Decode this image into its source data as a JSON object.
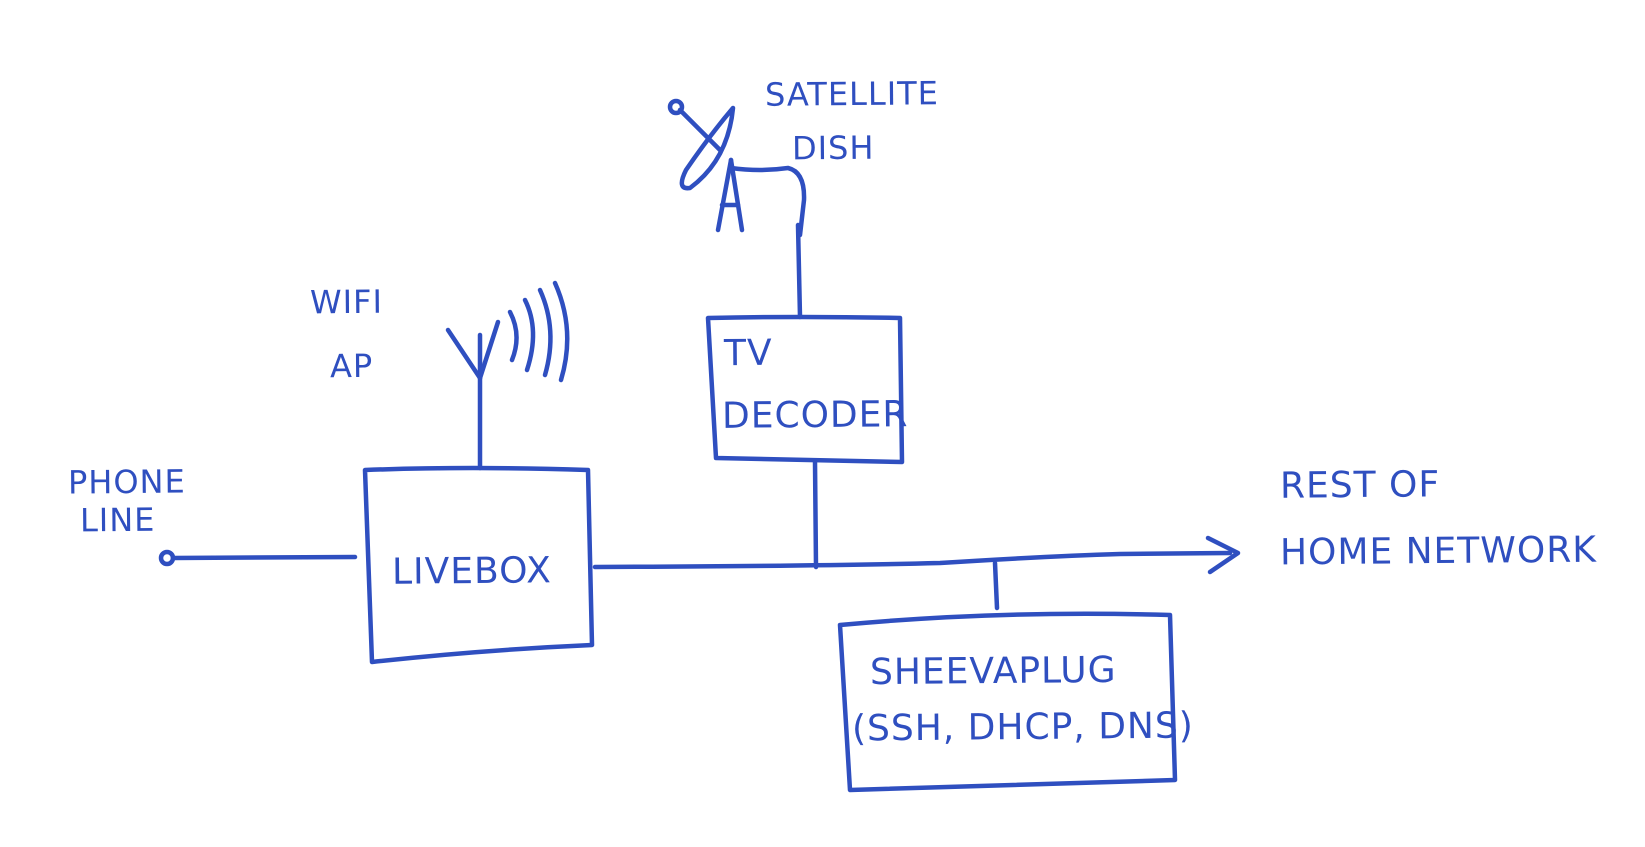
{
  "diagram": {
    "title": "",
    "ink_color": "#2f4fc0",
    "nodes": {
      "phone_line": {
        "line1": "PHONE",
        "line2": "LINE"
      },
      "wifi_ap": {
        "line1": "WIFI",
        "line2": "AP"
      },
      "livebox": {
        "label": "LIVEBOX"
      },
      "satellite_dish": {
        "line1": "SATELLITE",
        "line2": "DISH"
      },
      "tv_decoder": {
        "line1": "TV",
        "line2": "DECODER"
      },
      "sheevaplug": {
        "line1": "SHEEVAPLUG",
        "line2": "(SSH, DHCP, DNS)"
      },
      "rest_of_network": {
        "line1": "REST OF",
        "line2": "HOME NETWORK"
      }
    },
    "edges": [
      {
        "from": "phone_line",
        "to": "livebox"
      },
      {
        "from": "wifi_ap",
        "to": "livebox"
      },
      {
        "from": "livebox",
        "to": "rest_of_network",
        "arrow": true
      },
      {
        "from": "satellite_dish",
        "to": "tv_decoder"
      },
      {
        "from": "tv_decoder",
        "to": "bus"
      },
      {
        "from": "sheevaplug",
        "to": "bus"
      }
    ]
  }
}
